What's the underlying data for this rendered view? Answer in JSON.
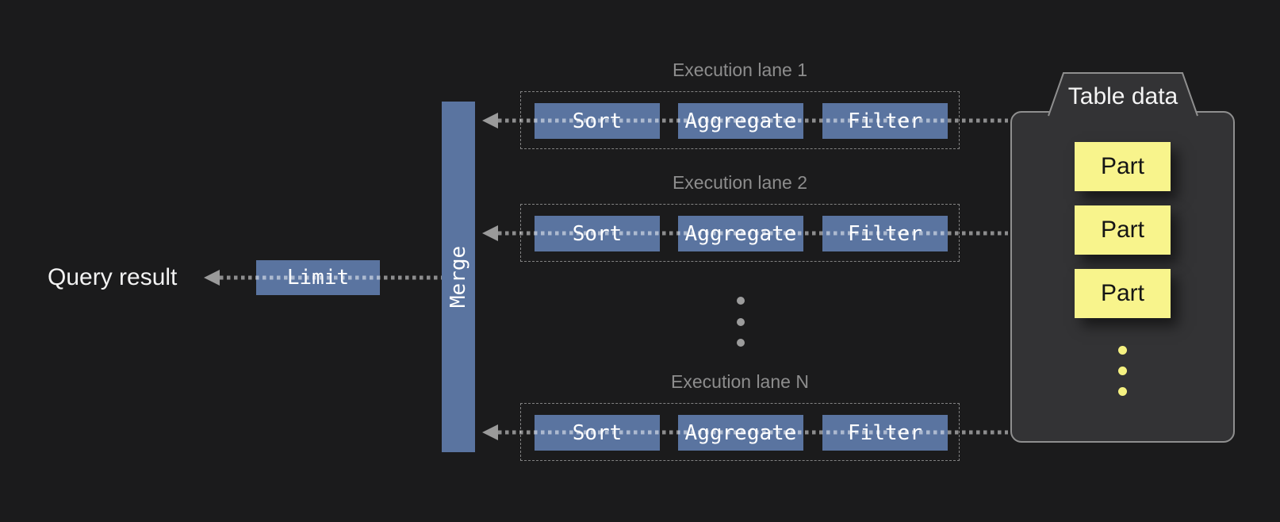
{
  "diagram": {
    "query_result_label": "Query result",
    "limit_label": "Limit",
    "merge_label": "Merge",
    "lanes": [
      {
        "title": "Execution lane 1",
        "operators": [
          "Sort",
          "Aggregate",
          "Filter"
        ]
      },
      {
        "title": "Execution lane 2",
        "operators": [
          "Sort",
          "Aggregate",
          "Filter"
        ]
      },
      {
        "title": "Execution lane N",
        "operators": [
          "Sort",
          "Aggregate",
          "Filter"
        ]
      }
    ],
    "table": {
      "title": "Table data",
      "parts": [
        "Part",
        "Part",
        "Part"
      ]
    },
    "colors": {
      "background": "#1b1b1c",
      "operator_blue": "#5a74a0",
      "part_yellow": "#f8f48c",
      "container_fill": "#333335",
      "container_border": "#8f8f8f",
      "lane_dashed_border": "#828282",
      "lane_title_gray": "#8d8d8d",
      "arrow_gray": "#9a9a9a",
      "text_white": "#f2f2f2",
      "part_text_black": "#151515"
    }
  }
}
